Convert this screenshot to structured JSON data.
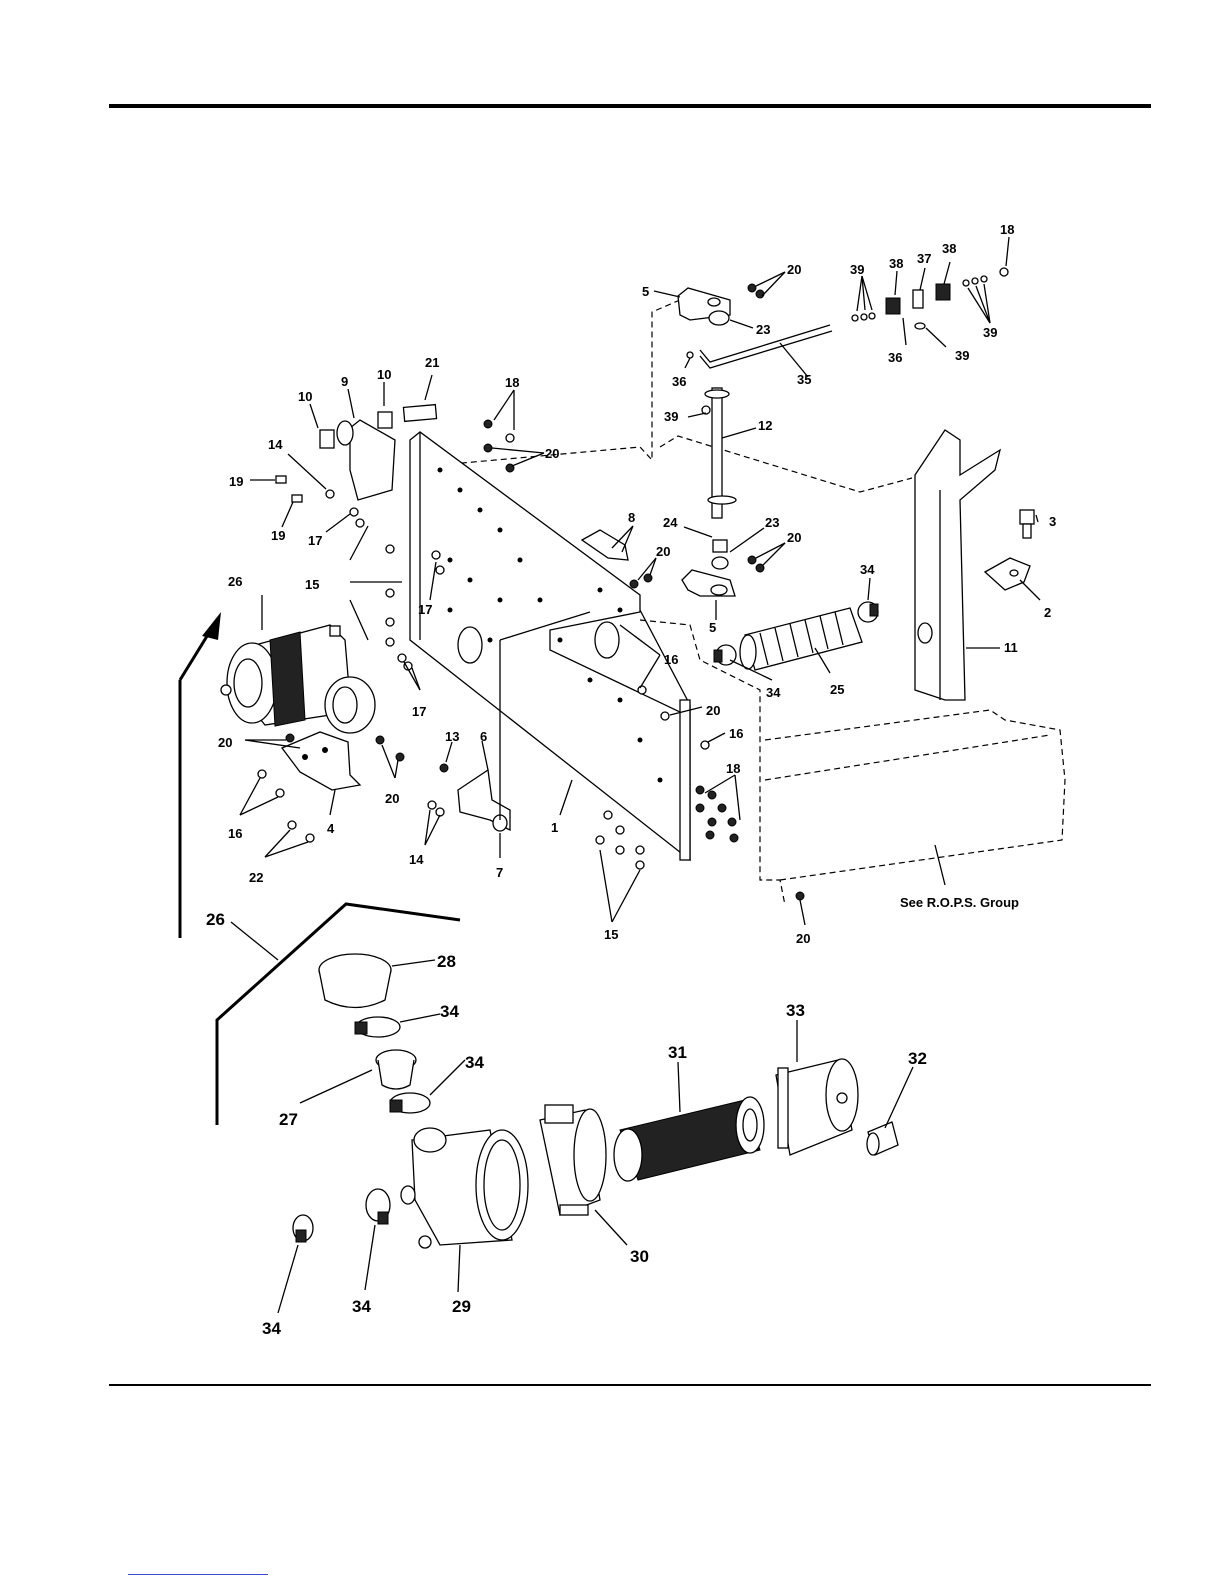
{
  "page": {
    "callouts": [
      {
        "id": "c5",
        "text": "5"
      },
      {
        "id": "c20a",
        "text": "20"
      },
      {
        "id": "c23a",
        "text": "23"
      },
      {
        "id": "c39a",
        "text": "39"
      },
      {
        "id": "c38a",
        "text": "38"
      },
      {
        "id": "c37",
        "text": "37"
      },
      {
        "id": "c38b",
        "text": "38"
      },
      {
        "id": "c18a",
        "text": "18"
      },
      {
        "id": "c39b",
        "text": "39"
      },
      {
        "id": "c36a",
        "text": "36"
      },
      {
        "id": "c39c",
        "text": "39"
      },
      {
        "id": "c36b",
        "text": "36"
      },
      {
        "id": "c35",
        "text": "35"
      },
      {
        "id": "c39d",
        "text": "39"
      },
      {
        "id": "c12",
        "text": "12"
      },
      {
        "id": "c21",
        "text": "21"
      },
      {
        "id": "c9",
        "text": "9"
      },
      {
        "id": "c10a",
        "text": "10"
      },
      {
        "id": "c10b",
        "text": "10"
      },
      {
        "id": "c18b",
        "text": "18"
      },
      {
        "id": "c20b",
        "text": "20"
      },
      {
        "id": "c14a",
        "text": "14"
      },
      {
        "id": "c19a",
        "text": "19"
      },
      {
        "id": "c19b",
        "text": "19"
      },
      {
        "id": "c17a",
        "text": "17"
      },
      {
        "id": "c8",
        "text": "8"
      },
      {
        "id": "c24",
        "text": "24"
      },
      {
        "id": "c23b",
        "text": "23"
      },
      {
        "id": "c20c",
        "text": "20"
      },
      {
        "id": "c20d",
        "text": "20"
      },
      {
        "id": "c3",
        "text": "3"
      },
      {
        "id": "c2",
        "text": "2"
      },
      {
        "id": "c15a",
        "text": "15"
      },
      {
        "id": "c17b",
        "text": "17"
      },
      {
        "id": "c26a",
        "text": "26"
      },
      {
        "id": "c34a",
        "text": "34"
      },
      {
        "id": "c5b",
        "text": "5"
      },
      {
        "id": "c11",
        "text": "11"
      },
      {
        "id": "c16a",
        "text": "16"
      },
      {
        "id": "c34b",
        "text": "34"
      },
      {
        "id": "c25",
        "text": "25"
      },
      {
        "id": "c17c",
        "text": "17"
      },
      {
        "id": "c20e",
        "text": "20"
      },
      {
        "id": "c16b",
        "text": "16"
      },
      {
        "id": "c13",
        "text": "13"
      },
      {
        "id": "c6",
        "text": "6"
      },
      {
        "id": "c20f",
        "text": "20"
      },
      {
        "id": "c20g",
        "text": "20"
      },
      {
        "id": "c18c",
        "text": "18"
      },
      {
        "id": "c16c",
        "text": "16"
      },
      {
        "id": "c4",
        "text": "4"
      },
      {
        "id": "c1",
        "text": "1"
      },
      {
        "id": "c14b",
        "text": "14"
      },
      {
        "id": "c22",
        "text": "22"
      },
      {
        "id": "c7",
        "text": "7"
      },
      {
        "id": "c15b",
        "text": "15"
      },
      {
        "id": "c20h",
        "text": "20"
      },
      {
        "id": "c26b",
        "text": "26"
      },
      {
        "id": "c28",
        "text": "28"
      },
      {
        "id": "c34c",
        "text": "34"
      },
      {
        "id": "c34d",
        "text": "34"
      },
      {
        "id": "c27",
        "text": "27"
      },
      {
        "id": "c33",
        "text": "33"
      },
      {
        "id": "c31",
        "text": "31"
      },
      {
        "id": "c32",
        "text": "32"
      },
      {
        "id": "c30",
        "text": "30"
      },
      {
        "id": "c29",
        "text": "29"
      },
      {
        "id": "c34e",
        "text": "34"
      },
      {
        "id": "c34f",
        "text": "34"
      }
    ],
    "note": "See R.O.P.S. Group"
  }
}
